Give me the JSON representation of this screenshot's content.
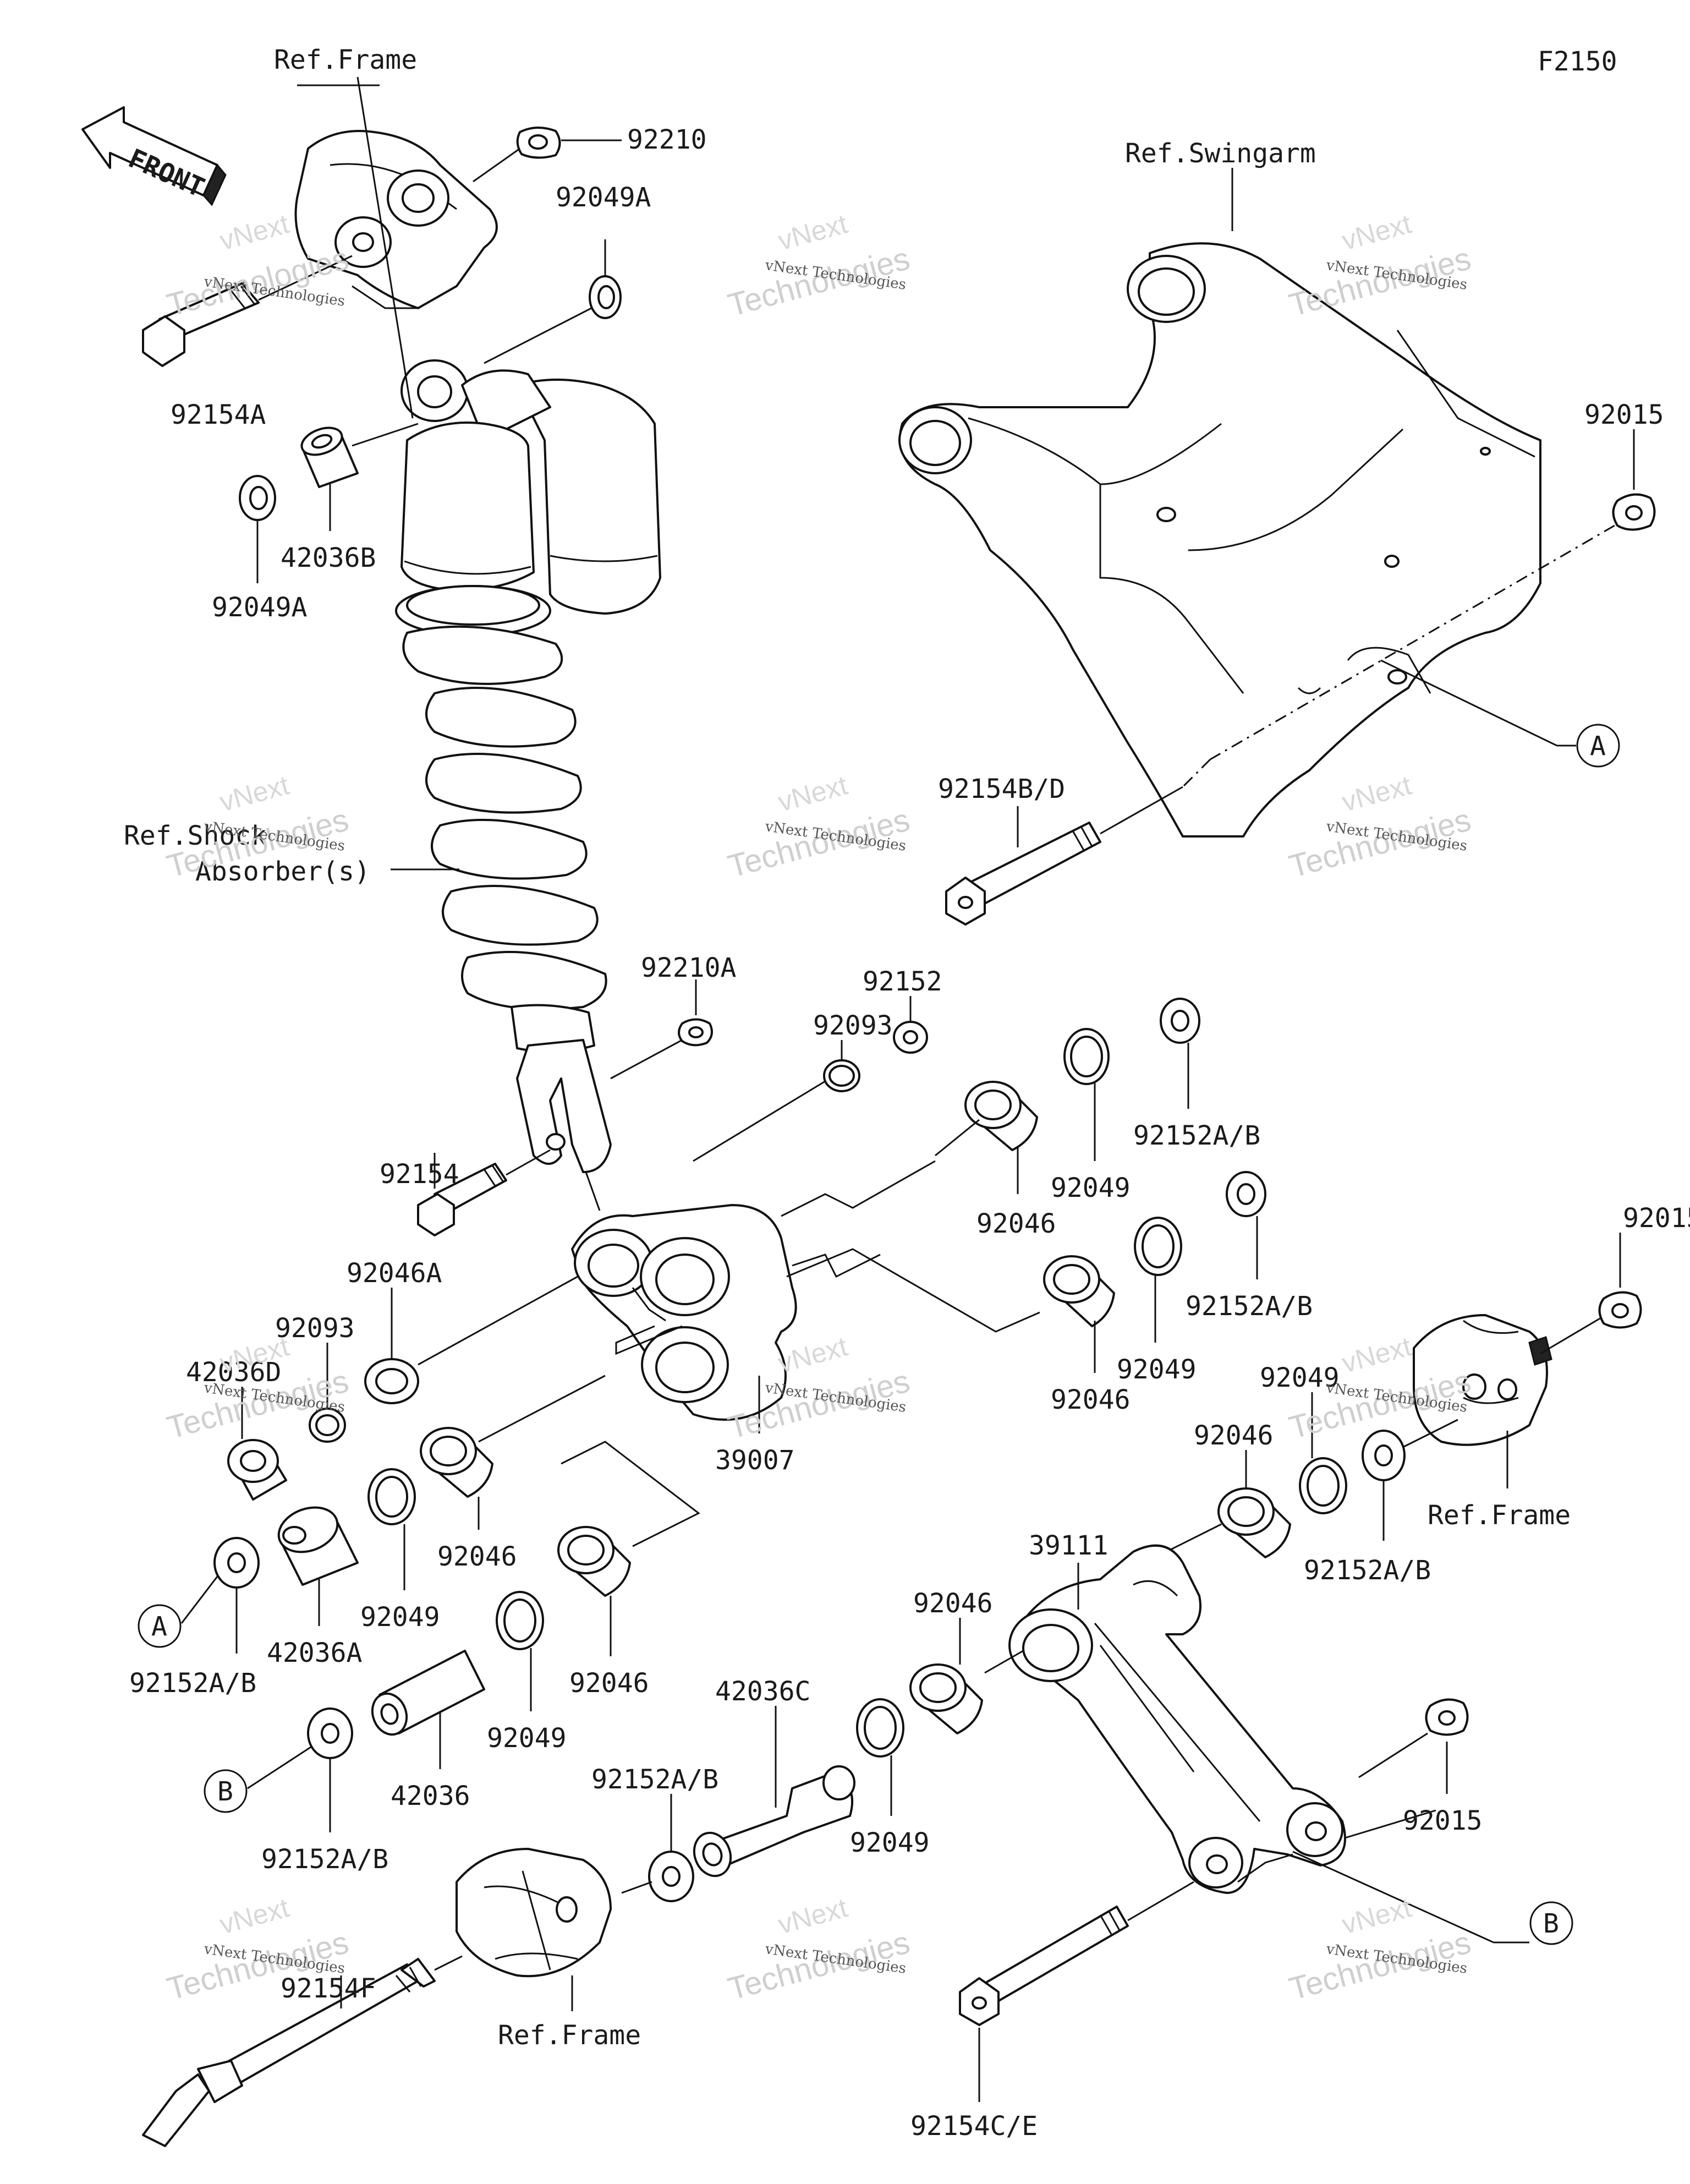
{
  "diagram_code": "F2150",
  "front_arrow": "FRONT",
  "watermark": {
    "line1": "vNext Technologies",
    "line2": "Technologies",
    "line0": "vNext"
  },
  "refs": {
    "frame": "Ref.Frame",
    "swingarm": "Ref.Swingarm",
    "shock_line1": "Ref.Shock",
    "shock_line2": "Absorber(s)"
  },
  "callouts": {
    "a": "A",
    "b": "B"
  },
  "parts": {
    "p92210": "92210",
    "p92049A": "92049A",
    "p92154A": "92154A",
    "p42036B": "42036B",
    "p92015": "92015",
    "p92154BD": "92154B/D",
    "p92210A": "92210A",
    "p92152": "92152",
    "p92093": "92093",
    "p92154": "92154",
    "p92152AB": "92152A/B",
    "p92049": "92049",
    "p92046": "92046",
    "p92046A": "92046A",
    "p42036D": "42036D",
    "p39007": "39007",
    "p42036A": "42036A",
    "p42036": "42036",
    "p39111": "39111",
    "p42036C": "42036C",
    "p92154F": "92154F",
    "p92154CE": "92154C/E"
  }
}
